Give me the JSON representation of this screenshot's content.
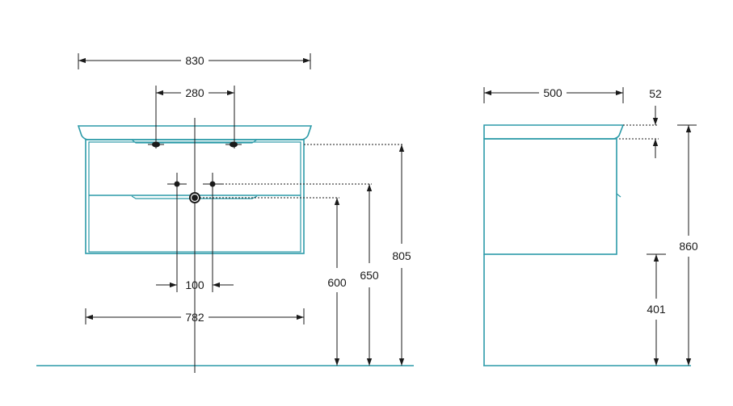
{
  "front_view": {
    "overall_width": "830",
    "tap_spacing": "280",
    "drain_spacing": "100",
    "cabinet_width": "782",
    "height_to_drain": "600",
    "height_to_fittings": "650",
    "height_to_top_fittings": "805"
  },
  "side_view": {
    "depth": "500",
    "top_thickness": "52",
    "overall_height": "860",
    "height_to_bottom_drawer": "401"
  }
}
